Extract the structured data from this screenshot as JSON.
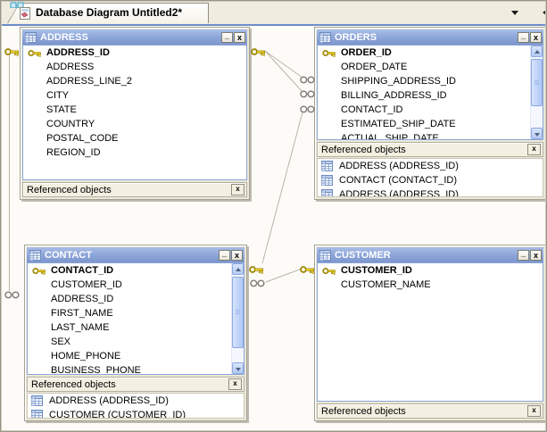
{
  "tab": {
    "title": "Database Diagram Untitled2*"
  },
  "ui": {
    "minimize_glyph": "_",
    "close_glyph": "x",
    "ref_close_glyph": "x",
    "referenced_header": "Referenced objects"
  },
  "colors": {
    "titlebar_blue": "#8BA4D8",
    "tab_underline_blue": "#6E8CC8",
    "chrome_beige": "#ECE9D8",
    "canvas_bg": "#FCFBF7",
    "key_gold": "#EFD31D",
    "scrollbar_blue": "#B4CBF4",
    "wire_gray": "#B8B5A8"
  },
  "entities": [
    {
      "title": "ADDRESS",
      "columns": [
        {
          "label": "ADDRESS_ID",
          "key": true
        },
        {
          "label": "ADDRESS"
        },
        {
          "label": "ADDRESS_LINE_2"
        },
        {
          "label": "CITY"
        },
        {
          "label": "STATE"
        },
        {
          "label": "COUNTRY"
        },
        {
          "label": "POSTAL_CODE"
        },
        {
          "label": "REGION_ID"
        }
      ],
      "referenced": []
    },
    {
      "title": "ORDERS",
      "columns": [
        {
          "label": "ORDER_ID",
          "key": true
        },
        {
          "label": "ORDER_DATE"
        },
        {
          "label": "SHIPPING_ADDRESS_ID"
        },
        {
          "label": "BILLING_ADDRESS_ID"
        },
        {
          "label": "CONTACT_ID"
        },
        {
          "label": "ESTIMATED_SHIP_DATE"
        },
        {
          "label": "ACTUAL_SHIP_DATE"
        }
      ],
      "referenced": [
        "ADDRESS (ADDRESS_ID)",
        "CONTACT (CONTACT_ID)",
        "ADDRESS (ADDRESS_ID)"
      ]
    },
    {
      "title": "CONTACT",
      "columns": [
        {
          "label": "CONTACT_ID",
          "key": true
        },
        {
          "label": "CUSTOMER_ID"
        },
        {
          "label": "ADDRESS_ID"
        },
        {
          "label": "FIRST_NAME"
        },
        {
          "label": "LAST_NAME"
        },
        {
          "label": "SEX"
        },
        {
          "label": "HOME_PHONE"
        },
        {
          "label": "BUSINESS_PHONE"
        }
      ],
      "referenced": [
        "ADDRESS (ADDRESS_ID)",
        "CUSTOMER (CUSTOMER_ID)"
      ]
    },
    {
      "title": "CUSTOMER",
      "columns": [
        {
          "label": "CUSTOMER_ID",
          "key": true
        },
        {
          "label": "CUSTOMER_NAME"
        }
      ],
      "referenced": []
    }
  ]
}
